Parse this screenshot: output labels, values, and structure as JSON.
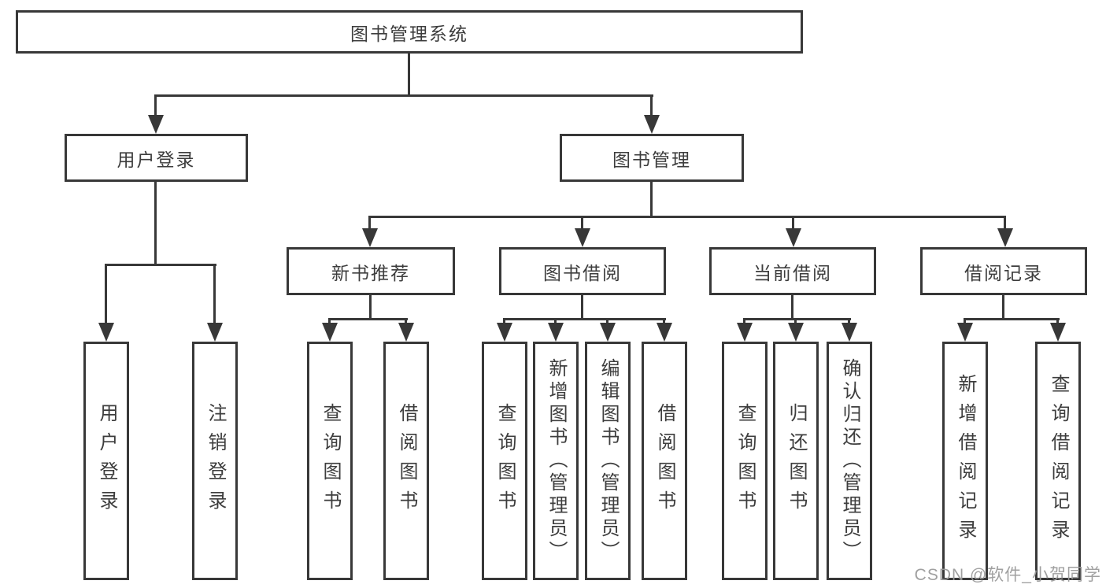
{
  "diagram": {
    "root": {
      "label": "图书管理系统"
    },
    "level2": {
      "user_login": {
        "label": "用户登录"
      },
      "book_mgmt": {
        "label": "图书管理"
      }
    },
    "level3": {
      "new_books": {
        "label": "新书推荐"
      },
      "book_borrow": {
        "label": "图书借阅"
      },
      "current_borrow": {
        "label": "当前借阅"
      },
      "borrow_records": {
        "label": "借阅记录"
      }
    },
    "leaves": {
      "login": [
        "用户登录",
        "注销登录"
      ],
      "new_books": [
        "查询图书",
        "借阅图书"
      ],
      "book_borrow": [
        "查询图书",
        "新增图书（管理员）",
        "编辑图书（管理员）",
        "借阅图书"
      ],
      "current_borrow": [
        "查询图书",
        "归还图书",
        "确认归还（管理员）"
      ],
      "borrow_records": [
        "新增借阅记录",
        "查询借阅记录"
      ]
    },
    "watermark": "CSDN @软件_小贺同学",
    "colors": {
      "line": "#383838",
      "text": "#3d3d3d",
      "watermark": "#9b9b9b",
      "background": "#ffffff"
    }
  }
}
